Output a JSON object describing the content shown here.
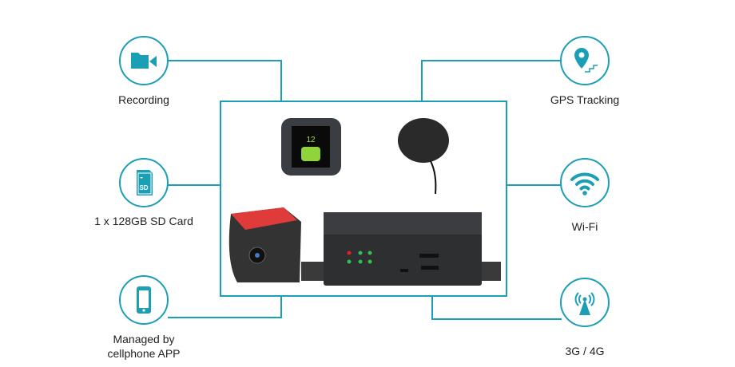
{
  "accent_color": "#1a9fb5",
  "features_left": [
    {
      "label": "Recording",
      "icon": "video-camera-icon"
    },
    {
      "label": "1 x 128GB SD Card",
      "icon": "sd-card-icon"
    },
    {
      "label": "Managed by cellphone APP",
      "icon": "smartphone-icon"
    }
  ],
  "features_right": [
    {
      "label": "GPS Tracking",
      "icon": "map-pin-icon"
    },
    {
      "label": "Wi-Fi",
      "icon": "wifi-icon"
    },
    {
      "label": "3G / 4G",
      "icon": "antenna-icon"
    }
  ],
  "products": {
    "display_speed": "12",
    "sd_icon_text": "SD"
  }
}
